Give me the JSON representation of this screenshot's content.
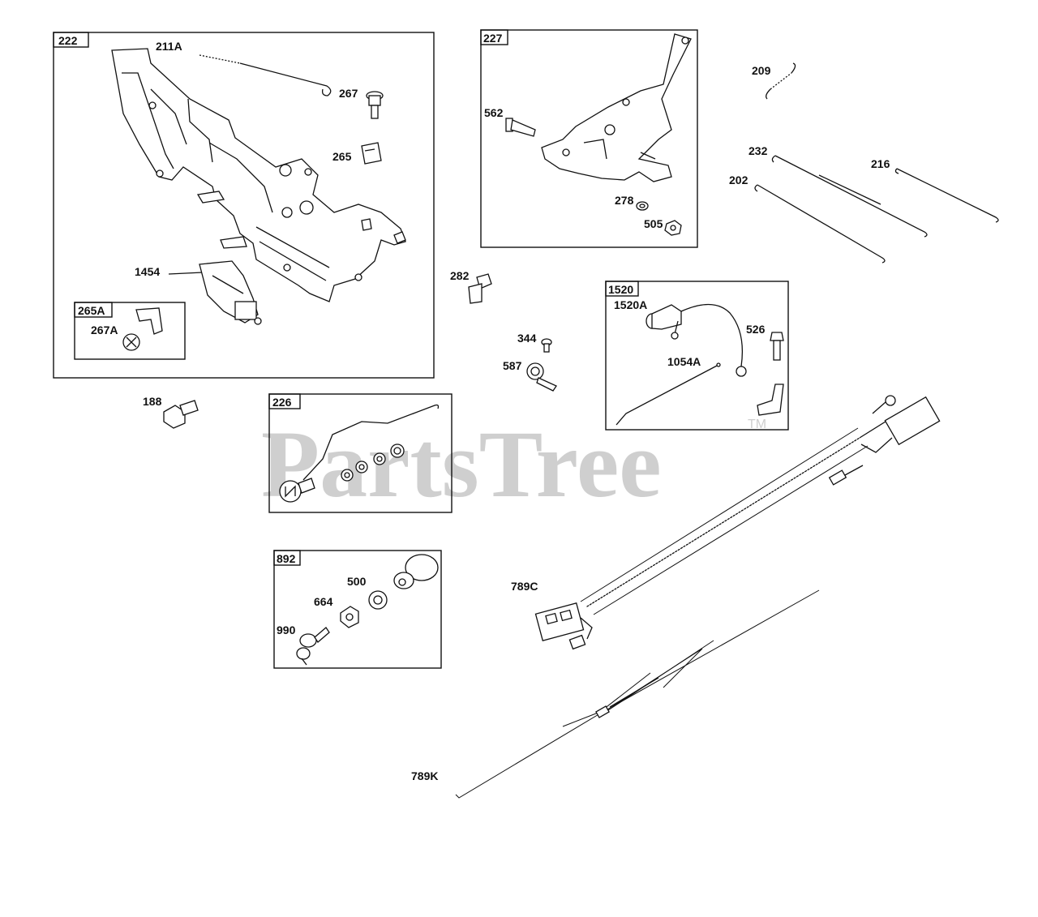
{
  "watermark": {
    "text": "PartsTree",
    "trademark": "TM"
  },
  "groups": [
    {
      "id": "222",
      "label": "222"
    },
    {
      "id": "265A",
      "label": "265A"
    },
    {
      "id": "227",
      "label": "227"
    },
    {
      "id": "1520",
      "label": "1520"
    },
    {
      "id": "226",
      "label": "226"
    },
    {
      "id": "892",
      "label": "892"
    }
  ],
  "callouts": [
    {
      "id": "211A",
      "label": "211A"
    },
    {
      "id": "267",
      "label": "267"
    },
    {
      "id": "265",
      "label": "265"
    },
    {
      "id": "1454",
      "label": "1454"
    },
    {
      "id": "267A",
      "label": "267A"
    },
    {
      "id": "562",
      "label": "562"
    },
    {
      "id": "278",
      "label": "278"
    },
    {
      "id": "505",
      "label": "505"
    },
    {
      "id": "209",
      "label": "209"
    },
    {
      "id": "232",
      "label": "232"
    },
    {
      "id": "216",
      "label": "216"
    },
    {
      "id": "202",
      "label": "202"
    },
    {
      "id": "282",
      "label": "282"
    },
    {
      "id": "344",
      "label": "344"
    },
    {
      "id": "587",
      "label": "587"
    },
    {
      "id": "1520A",
      "label": "1520A"
    },
    {
      "id": "526",
      "label": "526"
    },
    {
      "id": "1054A",
      "label": "1054A"
    },
    {
      "id": "188",
      "label": "188"
    },
    {
      "id": "500",
      "label": "500"
    },
    {
      "id": "664",
      "label": "664"
    },
    {
      "id": "990",
      "label": "990"
    },
    {
      "id": "789C",
      "label": "789C"
    },
    {
      "id": "789K",
      "label": "789K"
    }
  ]
}
